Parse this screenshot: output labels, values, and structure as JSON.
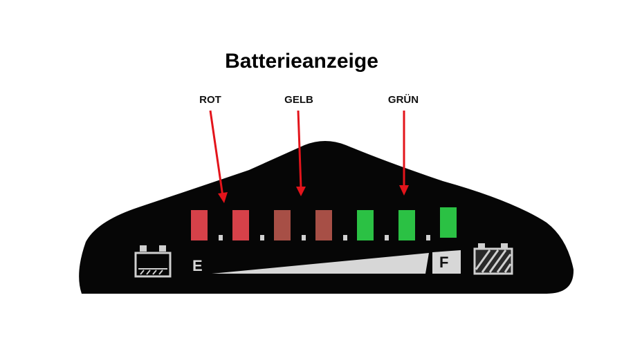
{
  "title": "Batterieanzeige",
  "labels": {
    "red": "ROT",
    "yellow": "GELB",
    "green": "GRÜN"
  },
  "gauge": {
    "empty": "E",
    "full": "F"
  },
  "segments": [
    {
      "zone": "red",
      "color": "#e8474f"
    },
    {
      "zone": "red",
      "color": "#e8474f"
    },
    {
      "zone": "yellow",
      "color": "#b5564c"
    },
    {
      "zone": "yellow",
      "color": "#b5564c"
    },
    {
      "zone": "green",
      "color": "#2fd14a"
    },
    {
      "zone": "green",
      "color": "#2fd14a"
    },
    {
      "zone": "green",
      "color": "#2fd14a"
    }
  ],
  "colors": {
    "housing": "#060606",
    "arrow": "#e3141b",
    "scale": "#d7d7d7"
  },
  "icons": {
    "left": "battery-empty-icon",
    "right": "battery-full-icon"
  }
}
